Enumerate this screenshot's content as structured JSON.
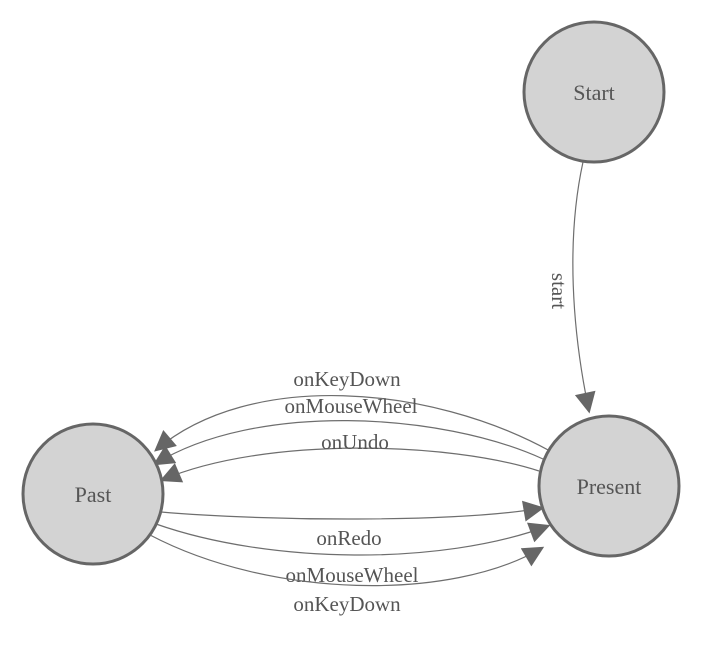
{
  "diagram": {
    "background": "#ffffff",
    "colors": {
      "node_fill": "#d3d3d3",
      "node_stroke": "#666666",
      "edge_stroke": "#6e6e6e",
      "arrow_fill": "#666666",
      "label_color": "#555555"
    },
    "nodes": [
      {
        "id": "start",
        "label": "Start"
      },
      {
        "id": "present",
        "label": "Present"
      },
      {
        "id": "past",
        "label": "Past"
      }
    ],
    "edges": [
      {
        "from": "Start",
        "to": "Present",
        "label": "start"
      },
      {
        "from": "Present",
        "to": "Past",
        "label": "onKeyDown"
      },
      {
        "from": "Present",
        "to": "Past",
        "label": "onMouseWheel"
      },
      {
        "from": "Present",
        "to": "Past",
        "label": "onUndo"
      },
      {
        "from": "Past",
        "to": "Present",
        "label": "onRedo"
      },
      {
        "from": "Past",
        "to": "Present",
        "label": "onMouseWheel"
      },
      {
        "from": "Past",
        "to": "Present",
        "label": "onKeyDown"
      }
    ]
  }
}
